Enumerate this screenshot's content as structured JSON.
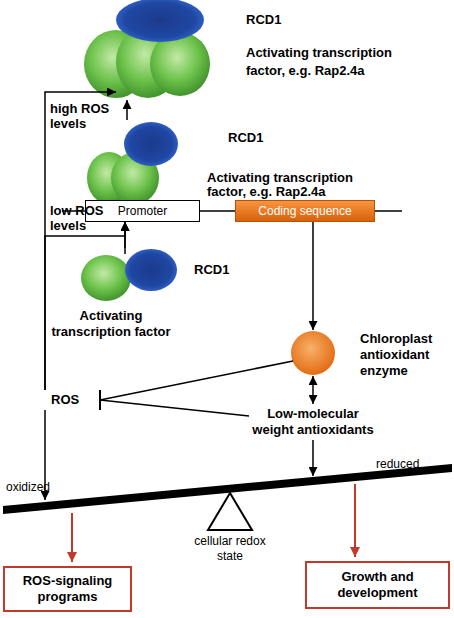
{
  "diagram": {
    "nodes": [
      {
        "text": [
          "RCD1",
          "Activating transcription factor, e.g. Rap2.4a"
        ]
      },
      {
        "text": [
          "RCD1",
          "Activating transcription factor, e.g. Rap2.4a"
        ]
      },
      {
        "text": [
          "Promoter"
        ]
      },
      {
        "text": [
          "Coding sequence"
        ]
      },
      {
        "text": [
          "Activating transcription factor"
        ]
      },
      {
        "text": [
          "RCD1"
        ]
      },
      {
        "text": [
          "Chloroplast antioxidant enzyme"
        ]
      },
      {
        "text": [
          "Low-molecular weight antioxidants"
        ]
      },
      {
        "text": [
          "ROS"
        ]
      },
      {
        "text": [
          "ROS-signaling programs"
        ]
      },
      {
        "text": [
          "Growth and development"
        ]
      }
    ],
    "edges": [
      {
        "from": 8,
        "to": 0,
        "label": "high ROS levels",
        "arrow": "to"
      },
      {
        "from": 1,
        "to": 0,
        "arrow": "to"
      },
      {
        "from": 8,
        "to": 2,
        "label": "low ROS levels",
        "arrow": "to"
      },
      {
        "from": 4,
        "to": 2,
        "arrow": "to"
      },
      {
        "from": 5,
        "to": 2,
        "arrow": "to"
      },
      {
        "from": 3,
        "to": 6,
        "arrow": "to"
      },
      {
        "from": 6,
        "to": 7,
        "arrow": "both"
      },
      {
        "from": 6,
        "to": 8,
        "arrow": "to"
      },
      {
        "from": 7,
        "to": 8,
        "arrow": "to"
      }
    ],
    "labels": [
      "oxidized",
      "reduced",
      "cellular redox state"
    ]
  }
}
